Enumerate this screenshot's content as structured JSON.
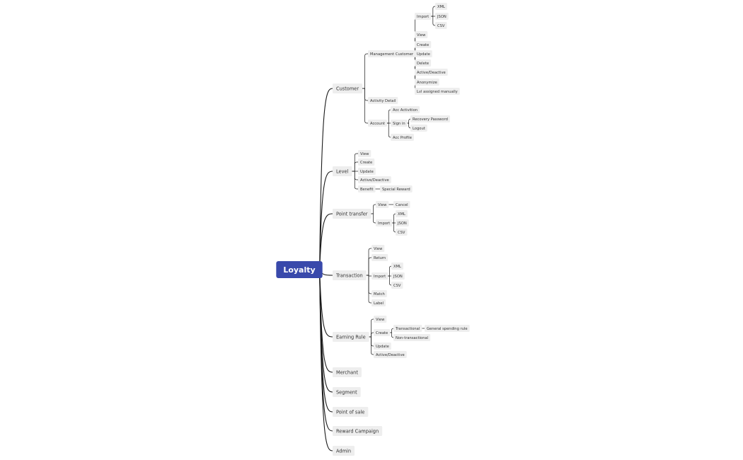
{
  "colors": {
    "root_fill": "#3949ab",
    "node_fill": "#eeeeee",
    "line": "#1a1a1a"
  },
  "root": {
    "label": "Loyalty",
    "children": [
      {
        "label": "Customer",
        "children": [
          {
            "label": "Management Customer",
            "children": [
              {
                "label": "Import",
                "children": [
                  {
                    "label": "XML",
                    "children": []
                  },
                  {
                    "label": "JSON",
                    "children": []
                  },
                  {
                    "label": "CSV",
                    "children": []
                  }
                ]
              },
              {
                "label": "View",
                "children": []
              },
              {
                "label": "Create",
                "children": []
              },
              {
                "label": "Update",
                "children": []
              },
              {
                "label": "Delete",
                "children": []
              },
              {
                "label": "Active/Deactive",
                "children": []
              },
              {
                "label": "Anonymize",
                "children": []
              },
              {
                "label": "Lvl assigned manually",
                "children": []
              }
            ]
          },
          {
            "label": "Activity Detail",
            "children": []
          },
          {
            "label": "Account",
            "children": [
              {
                "label": "Acc Activition",
                "children": []
              },
              {
                "label": "Sign in",
                "children": [
                  {
                    "label": "Recovery Password",
                    "children": []
                  },
                  {
                    "label": "Logout",
                    "children": []
                  }
                ]
              },
              {
                "label": "Acc Profile",
                "children": []
              }
            ]
          }
        ]
      },
      {
        "label": "Level",
        "children": [
          {
            "label": "View",
            "children": []
          },
          {
            "label": "Create",
            "children": []
          },
          {
            "label": "Update",
            "children": []
          },
          {
            "label": "Active/Deactive",
            "children": []
          },
          {
            "label": "Benefit",
            "children": [
              {
                "label": "Special Reward",
                "children": []
              }
            ]
          }
        ]
      },
      {
        "label": "Point transfer",
        "children": [
          {
            "label": "View",
            "children": [
              {
                "label": "Cancel",
                "children": []
              }
            ]
          },
          {
            "label": "Import",
            "children": [
              {
                "label": "XML",
                "children": []
              },
              {
                "label": "JSON",
                "children": []
              },
              {
                "label": "CSV",
                "children": []
              }
            ]
          }
        ]
      },
      {
        "label": "Transaction",
        "children": [
          {
            "label": "View",
            "children": []
          },
          {
            "label": "Return",
            "children": []
          },
          {
            "label": "Import",
            "children": [
              {
                "label": "XML",
                "children": []
              },
              {
                "label": "JSON",
                "children": []
              },
              {
                "label": "CSV",
                "children": []
              }
            ]
          },
          {
            "label": "Match",
            "children": []
          },
          {
            "label": "Label",
            "children": []
          }
        ]
      },
      {
        "label": "Earning Rule",
        "children": [
          {
            "label": "View",
            "children": []
          },
          {
            "label": "Create",
            "children": [
              {
                "label": "Transactional",
                "children": [
                  {
                    "label": "General spending rule",
                    "children": []
                  }
                ]
              },
              {
                "label": "Non-transactional",
                "children": []
              }
            ]
          },
          {
            "label": "Update",
            "children": []
          },
          {
            "label": "Active/Deactive",
            "children": []
          }
        ]
      },
      {
        "label": "Merchant",
        "children": []
      },
      {
        "label": "Segment",
        "children": []
      },
      {
        "label": "Point of sale",
        "children": []
      },
      {
        "label": "Reward Campaign",
        "children": []
      },
      {
        "label": "Admin",
        "children": []
      }
    ]
  }
}
